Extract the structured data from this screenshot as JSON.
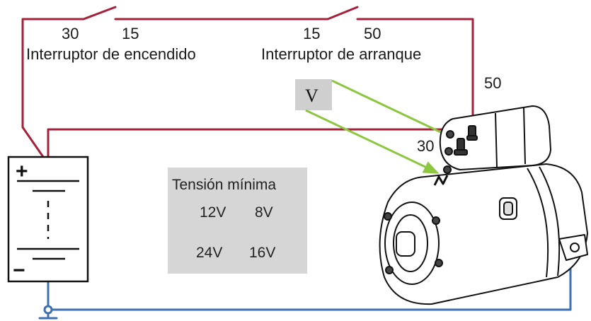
{
  "switches": {
    "ignition": {
      "terminal_in": "30",
      "terminal_out": "15",
      "label": "Interruptor de encendido"
    },
    "starter": {
      "terminal_in": "15",
      "terminal_out": "50",
      "label": "Interruptor de arranque"
    }
  },
  "voltmeter": {
    "symbol": "V"
  },
  "starter_motor": {
    "terminal_50": "50",
    "terminal_30": "30"
  },
  "battery": {
    "plus": "+",
    "minus": "−"
  },
  "min_voltage_panel": {
    "title": "Tensión mínima",
    "rows": [
      {
        "nominal": "12V",
        "minimum": "8V"
      },
      {
        "nominal": "24V",
        "minimum": "16V"
      }
    ]
  },
  "colors": {
    "positive_wire": "#a5213b",
    "ground_wire": "#3d6fb2",
    "probe_wire": "#8dc63f",
    "panel_bg": "#d6d6d6"
  }
}
